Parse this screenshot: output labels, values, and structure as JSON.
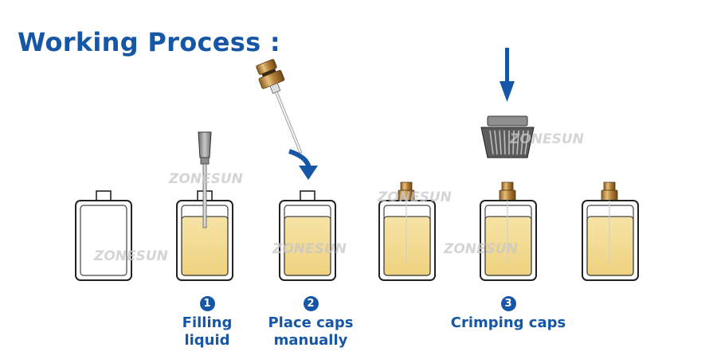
{
  "title": "Working Process :",
  "watermark": "ZONESUN",
  "steps": [
    {
      "number": "1",
      "label": "Filling\nliquid"
    },
    {
      "number": "2",
      "label": "Place caps\nmanually"
    },
    {
      "number": "3",
      "label": "Crimping caps"
    }
  ],
  "colors": {
    "accent": "#1557a6",
    "liquid": "#f3dc96",
    "cap_gold": "#b98a3e"
  }
}
